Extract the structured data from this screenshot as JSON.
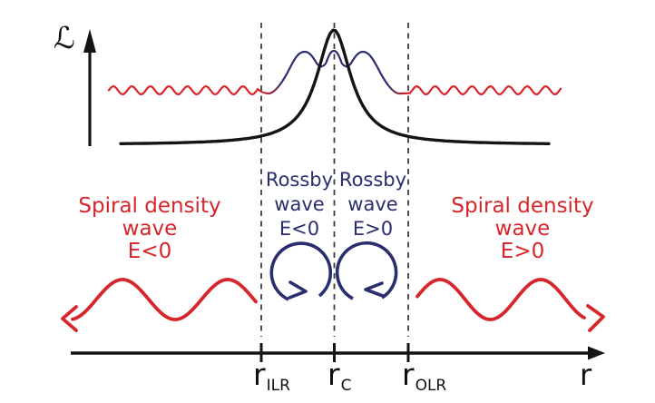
{
  "axes": {
    "y_label": "ℒ",
    "x_label": "r",
    "x_ticks": [
      {
        "base": "r",
        "sub": "ILR"
      },
      {
        "base": "r",
        "sub": "C"
      },
      {
        "base": "r",
        "sub": "OLR"
      }
    ]
  },
  "annotations": {
    "spiral_left": {
      "line1": "Spiral density",
      "line2": "wave",
      "line3": "E<0"
    },
    "rossby_left": {
      "line1": "Rossby",
      "line2": "wave",
      "line3": "E<0"
    },
    "rossby_right": {
      "line1": "Rossby",
      "line2": "wave",
      "line3": "E>0"
    },
    "spiral_right": {
      "line1": "Spiral density",
      "line2": "wave",
      "line3": "E>0"
    }
  },
  "colors": {
    "spiral_red": "#d6252b",
    "rossby_navy": "#2a2e6e",
    "curve_black": "#141414",
    "dash_gray": "#3c3c3c"
  }
}
